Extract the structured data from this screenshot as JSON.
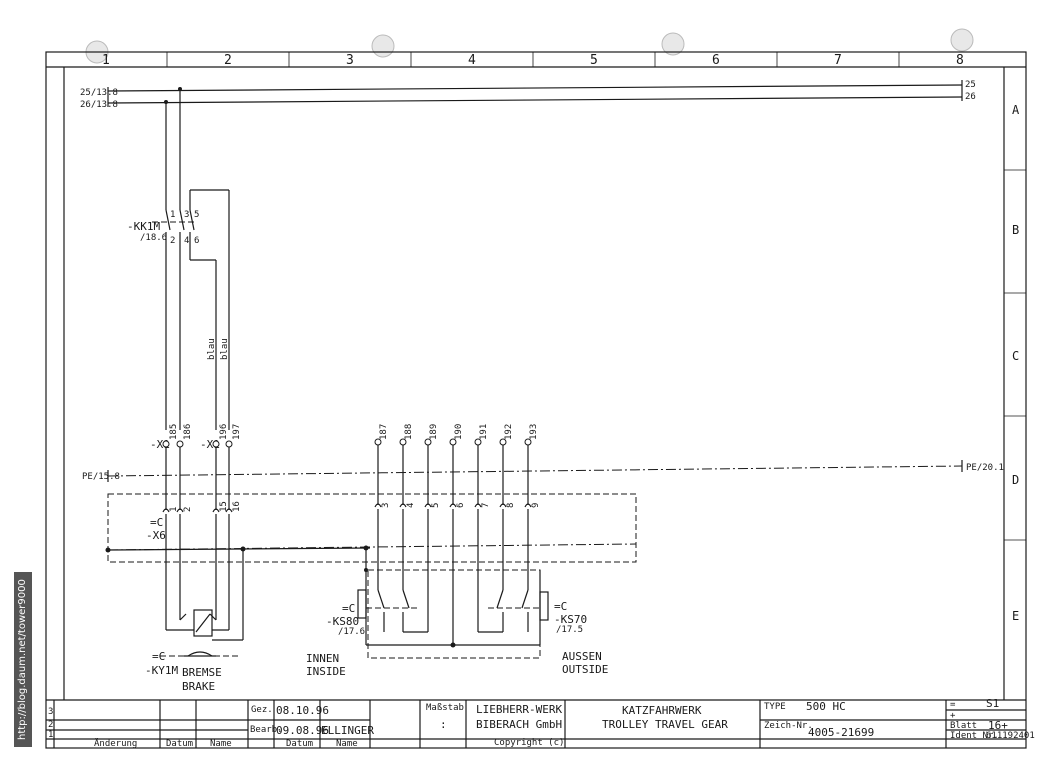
{
  "frame": {
    "columns": [
      "1",
      "2",
      "3",
      "4",
      "5",
      "6",
      "7",
      "8"
    ],
    "rows": [
      "A",
      "B",
      "C",
      "D",
      "E"
    ]
  },
  "refs": {
    "left_25": "25/13.8",
    "left_26": "26/13.8",
    "right_25": "25",
    "right_26": "26",
    "pe_left": "PE/15.8",
    "pe_right": "PE/20.1"
  },
  "contactor": {
    "name": "-KK1M",
    "ref": "/18.6",
    "pins_top": [
      "1",
      "3",
      "5"
    ],
    "pins_bottom": [
      "2",
      "4",
      "6"
    ]
  },
  "wire_color": [
    "blau",
    "blau"
  ],
  "terminals": {
    "x1_a": "-X1",
    "x1_b": "-X1",
    "wires_left": [
      "185",
      "186",
      "196",
      "197"
    ],
    "wires_right": [
      "187",
      "188",
      "189",
      "190",
      "191",
      "192",
      "193"
    ],
    "x6_left": [
      "1",
      "2",
      "15",
      "16"
    ],
    "x6_right": [
      "3",
      "4",
      "5",
      "6",
      "7",
      "8",
      "9"
    ],
    "x6_label_1": "=C",
    "x6_label_2": "-X6"
  },
  "ks80": {
    "prefix": "=C",
    "name": "-KS80",
    "ref": "/17.6"
  },
  "ks70": {
    "prefix": "=C",
    "name": "-KS70",
    "ref": "/17.5"
  },
  "brake": {
    "prefix": "=C",
    "name": "-KY1M",
    "label_de": "BREMSE",
    "label_en": "BRAKE"
  },
  "inside": {
    "de": "INNEN",
    "en": "INSIDE"
  },
  "outside": {
    "de": "AUSSEN",
    "en": "OUTSIDE"
  },
  "title_block": {
    "rev_rows": [
      "3",
      "2",
      "1"
    ],
    "col_heads": [
      "Änderung",
      "Datum",
      "Name"
    ],
    "gez_label": "Gez.",
    "gez_date": "08.10.96",
    "bearb_label": "Bearb.",
    "bearb_date": "09.08.96",
    "bearb_name": "ELLINGER",
    "datum_head": "Datum",
    "name_head": "Name",
    "massstab_label": "Maßstab",
    "massstab_value": ":",
    "company_1": "LIEBHERR-WERK",
    "company_2": "BIBERACH GmbH",
    "copyright": "Copyright (c)",
    "title_de": "KATZFAHRWERK",
    "title_en": "TROLLEY TRAVEL GEAR",
    "type_label": "TYPE",
    "type_value": "500 HC",
    "zeich_label": "Zeich-Nr.",
    "zeich_value": "4005-21699",
    "sheet_code_label": "=",
    "sheet_code": "S1",
    "plus_label": "+",
    "blatt_label": "Blatt",
    "blatt_value": "16+",
    "ident_label": "Ident Nr.",
    "ident_value": "611192401"
  },
  "watermark": "http://blog.daum.net/tower9000"
}
